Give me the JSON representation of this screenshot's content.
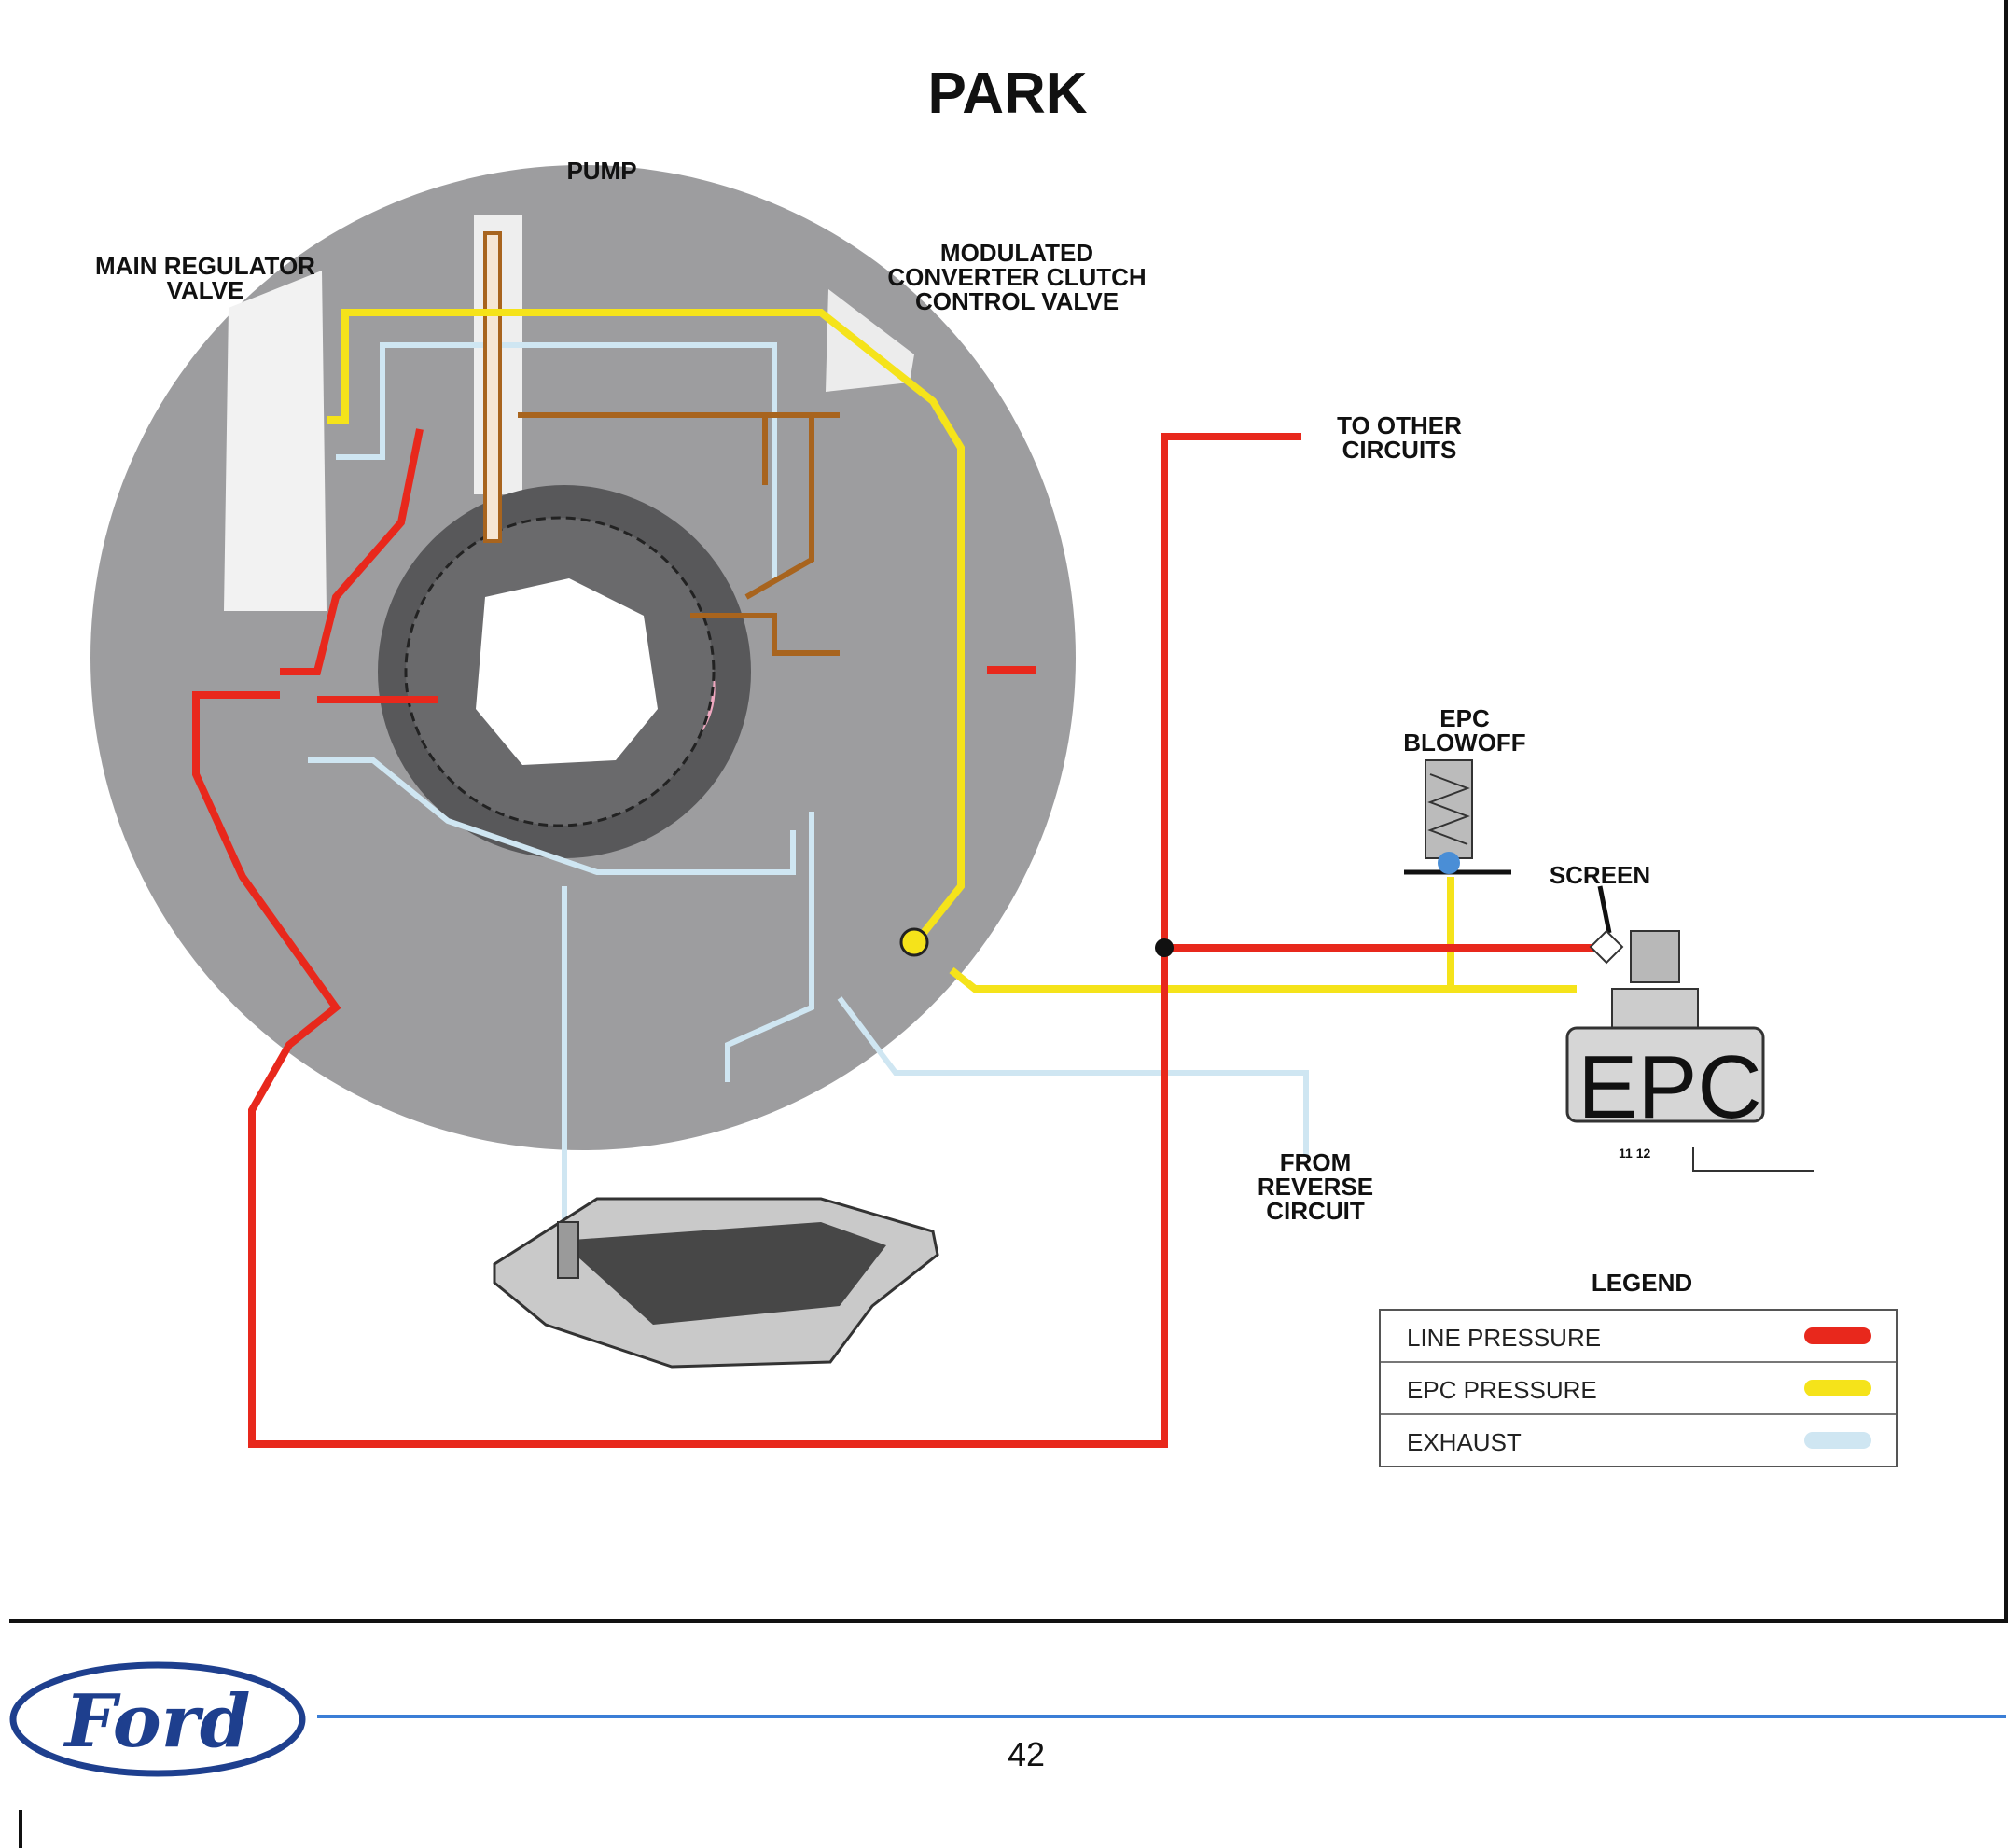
{
  "title": "PARK",
  "labels": {
    "pump": "PUMP",
    "main_regulator_valve": "MAIN REGULATOR\nVALVE",
    "modulated_converter_clutch_control_valve": "MODULATED\nCONVERTER CLUTCH\nCONTROL VALVE",
    "to_other_circuits": "TO OTHER\nCIRCUITS",
    "epc_blowoff": "EPC\nBLOWOFF",
    "screen": "SCREEN",
    "from_reverse_circuit": "FROM\nREVERSE\nCIRCUIT",
    "epc_solenoid": "EPC",
    "epc_pins": "11  12"
  },
  "legend": {
    "title": "LEGEND",
    "items": [
      {
        "label": "LINE PRESSURE",
        "color": "#e8281c"
      },
      {
        "label": "EPC PRESSURE",
        "color": "#f5e31a"
      },
      {
        "label": "EXHAUST",
        "color": "#cfe6f2"
      }
    ]
  },
  "footer": {
    "page_number": "42",
    "logo_text": "Ford"
  },
  "colors": {
    "line_pressure": "#e8281c",
    "epc_pressure": "#f5e31a",
    "exhaust": "#cfe6f2",
    "converter_clutch_feed": "#a8641e",
    "pump_body": "#9d9d9f",
    "rule_blue": "#3b7ed6"
  }
}
